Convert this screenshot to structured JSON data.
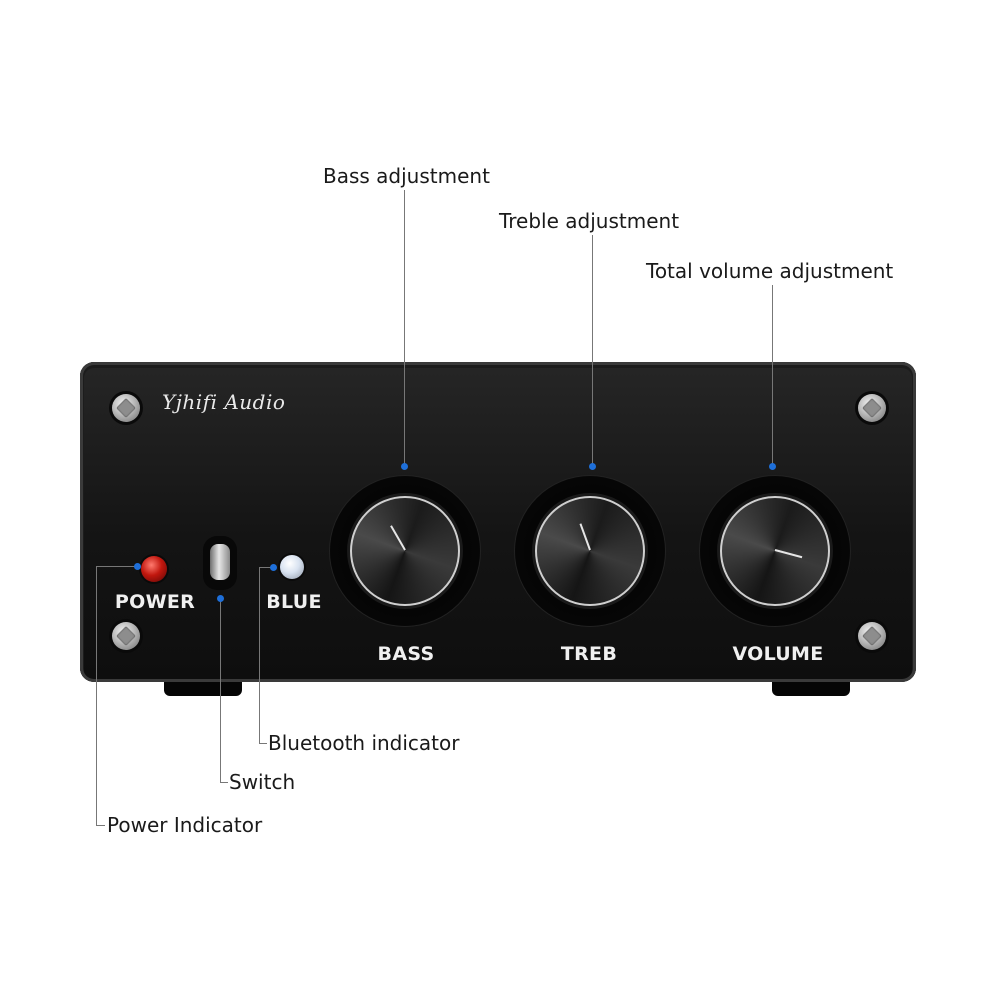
{
  "callouts": {
    "bass": "Bass adjustment",
    "treble": "Treble adjustment",
    "volume": "Total volume adjustment",
    "bluetooth": "Bluetooth indicator",
    "switch": "Switch",
    "power": "Power Indicator"
  },
  "device": {
    "brand": "Yjhifi Audio",
    "labels": {
      "power": "POWER",
      "blue": "BLUE",
      "bass": "BASS",
      "treb": "TREB",
      "volume": "VOLUME"
    }
  },
  "colors": {
    "leader_dot": "#1e6fd9",
    "power_led": "#c1170e",
    "panel": "#141414"
  }
}
